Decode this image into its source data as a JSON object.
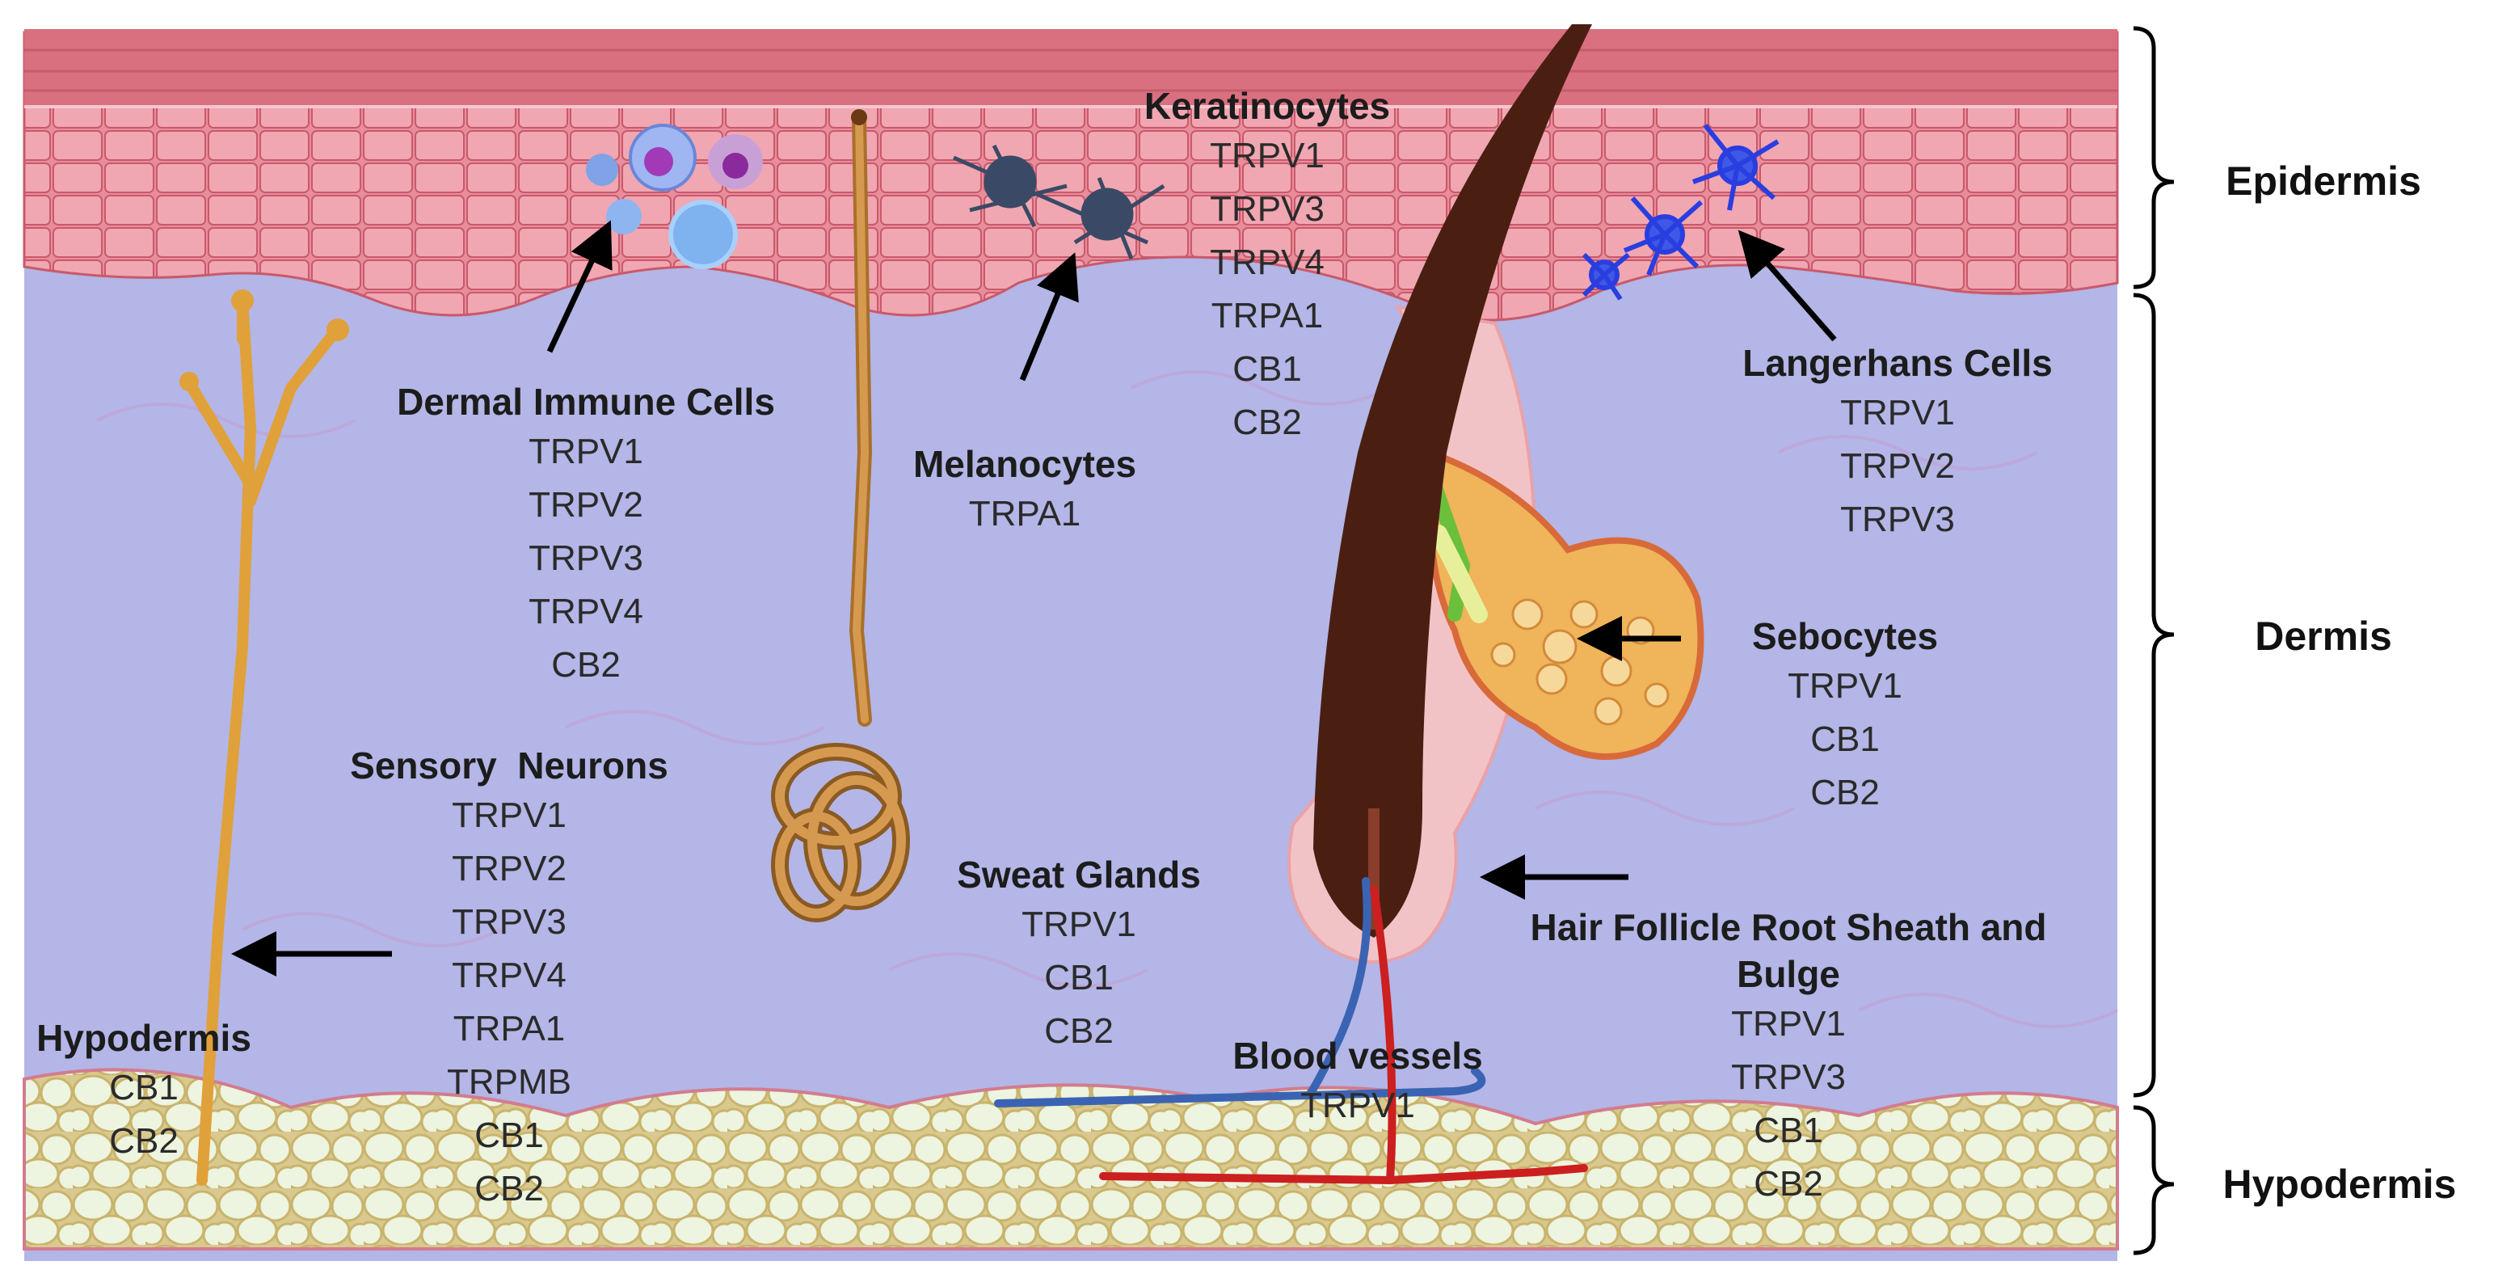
{
  "layers": {
    "epidermis": "Epidermis",
    "dermis": "Dermis",
    "hypodermis": "Hypodermis"
  },
  "groups": {
    "dermal_immune": {
      "title": "Dermal Immune Cells",
      "items": [
        "TRPV1",
        "TRPV2",
        "TRPV3",
        "TRPV4",
        "CB2"
      ]
    },
    "sensory_neurons": {
      "title": "Sensory  Neurons",
      "items": [
        "TRPV1",
        "TRPV2",
        "TRPV3",
        "TRPV4",
        "TRPA1",
        "TRPMB",
        "CB1",
        "CB2"
      ]
    },
    "hypodermis_left": {
      "title": "Hypodermis",
      "items": [
        "CB1",
        "CB2"
      ]
    },
    "melanocytes": {
      "title": "Melanocytes",
      "items": [
        "TRPA1"
      ]
    },
    "keratinocytes": {
      "title": "Keratinocytes",
      "items": [
        "TRPV1",
        "TRPV3",
        "TRPV4",
        "TRPA1",
        "CB1",
        "CB2"
      ]
    },
    "sweat_glands": {
      "title": "Sweat Glands",
      "items": [
        "TRPV1",
        "CB1",
        "CB2"
      ]
    },
    "blood_vessels": {
      "title": "Blood vessels",
      "items": [
        "TRPV1"
      ]
    },
    "langerhans": {
      "title": "Langerhans Cells",
      "items": [
        "TRPV1",
        "TRPV2",
        "TRPV3"
      ]
    },
    "sebocytes": {
      "title": "Sebocytes",
      "items": [
        "TRPV1",
        "CB1",
        "CB2"
      ]
    },
    "hair_follicle": {
      "title_line1": "Hair Follicle Root Sheath and",
      "title_line2": "Bulge",
      "items": [
        "TRPV1",
        "TRPV3",
        "CB1",
        "CB2"
      ]
    }
  },
  "colors": {
    "epidermis_top": "#d9707f",
    "epidermis_cells": "#e88d9b",
    "dermis": "#b3b6e6",
    "hypodermis_fat": "#ecf3df",
    "nerve": "#e0a13a",
    "hair": "#4a1f12",
    "artery": "#cc1f1f",
    "vein": "#3a64b3",
    "arrow": "#000000"
  }
}
